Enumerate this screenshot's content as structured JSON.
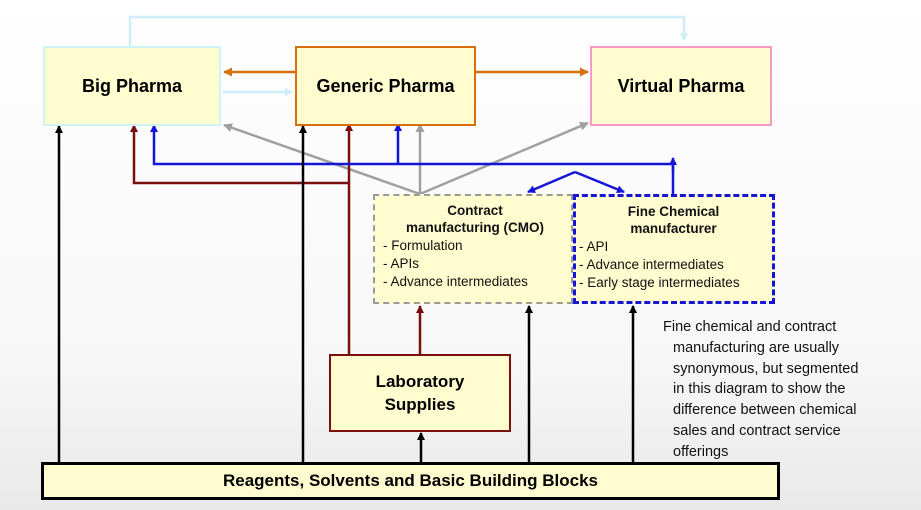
{
  "nodes": {
    "big_pharma": "Big Pharma",
    "generic_pharma": "Generic Pharma",
    "virtual_pharma": "Virtual Pharma",
    "lab_supplies": [
      "Laboratory",
      "Supplies"
    ],
    "reagents": "Reagents, Solvents and Basic Building Blocks"
  },
  "cmo": {
    "title": [
      "Contract",
      "manufacturing (CMO)"
    ],
    "items": [
      "- Formulation",
      "- APIs",
      "- Advance intermediates"
    ]
  },
  "fine_chemical": {
    "title": [
      "Fine Chemical",
      "manufacturer"
    ],
    "items": [
      "- API",
      "- Advance intermediates",
      "- Early stage intermediates"
    ]
  },
  "note": {
    "lines": [
      "Fine chemical and contract",
      "manufacturing are usually",
      "synonymous, but segmented",
      "in this diagram to show the",
      "difference between chemical",
      "sales and contract service",
      "offerings"
    ]
  },
  "colors": {
    "cyan": "#cdeef7",
    "orange": "#d66f10",
    "maroon": "#7a0f0f",
    "gray": "#a0a0a0",
    "blue": "#1515d8",
    "black": "#000000",
    "box_fill": "#fffcd0"
  }
}
